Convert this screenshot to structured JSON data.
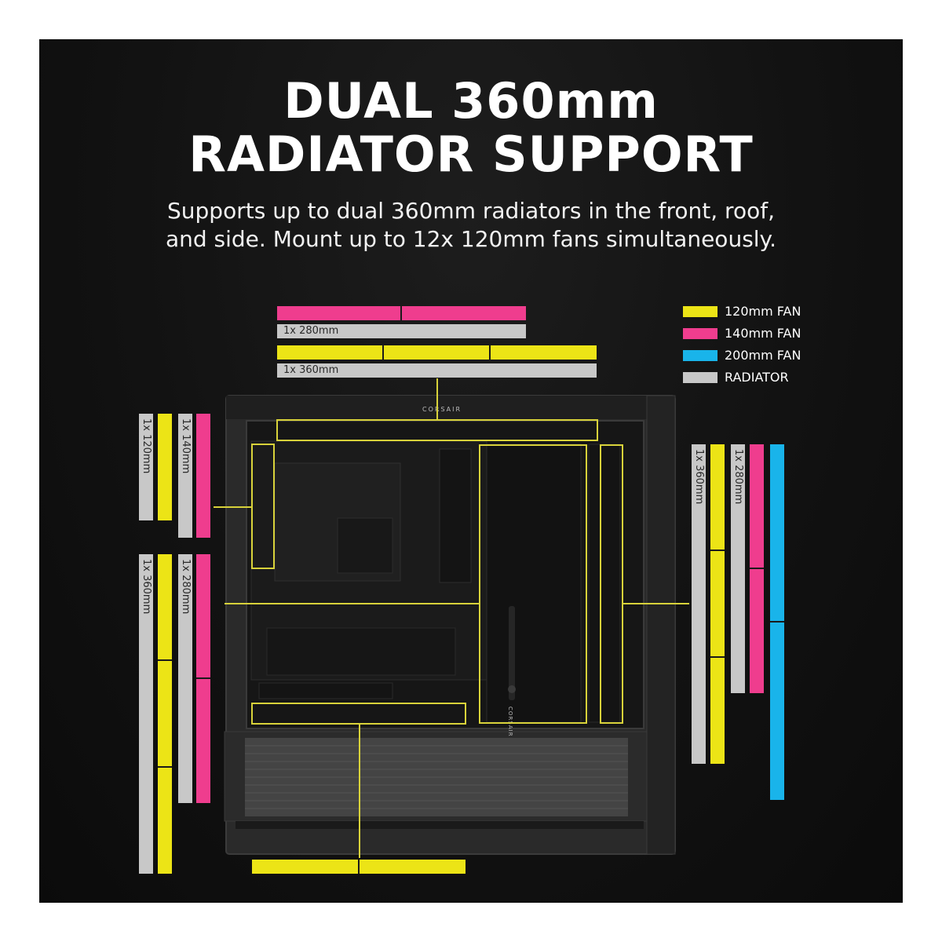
{
  "header": {
    "title_line1": "DUAL 360mm",
    "title_line2": "RADIATOR SUPPORT",
    "subtitle_line1": "Supports up to dual 360mm radiators in the front, roof,",
    "subtitle_line2": "and side. Mount up to 12x 120mm fans simultaneously."
  },
  "legend": [
    {
      "label": "120mm FAN",
      "color": "#ece416"
    },
    {
      "label": "140mm FAN",
      "color": "#ef3d8e"
    },
    {
      "label": "200mm FAN",
      "color": "#19b4ea"
    },
    {
      "label": "RADIATOR",
      "color": "#c8c8c8"
    }
  ],
  "mounts": {
    "top": {
      "rad_280": "1x 280mm",
      "rad_360": "1x 360mm"
    },
    "rear": {
      "rad_120": "1x 120mm",
      "rad_140": "1x 140mm"
    },
    "front_left": {
      "rad_360": "1x 360mm",
      "rad_280": "1x 280mm"
    },
    "side": {
      "rad_360": "1x 360mm",
      "rad_280": "1x 280mm"
    }
  },
  "case": {
    "brand": "CORSAIR",
    "psu_brand": "CORSAIR"
  },
  "colors": {
    "fan120": "#ece416",
    "fan140": "#ef3d8e",
    "fan200": "#19b4ea",
    "radiator": "#c8c8c8",
    "outline": "#d8d23a"
  }
}
